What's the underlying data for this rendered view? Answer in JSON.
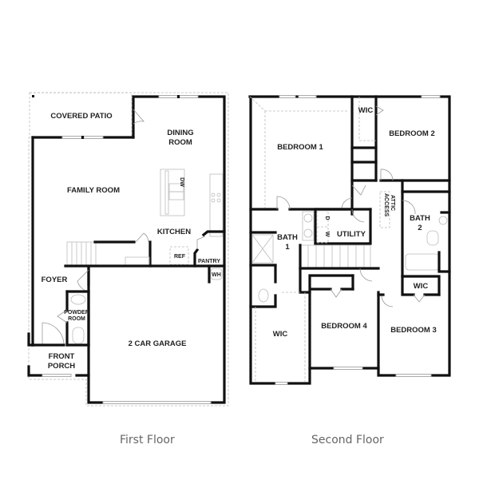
{
  "first_floor": {
    "caption": "First Floor",
    "rooms": {
      "covered_patio": "COVERED PATIO",
      "dining_room_1": "DINING",
      "dining_room_2": "ROOM",
      "family_room": "FAMILY ROOM",
      "kitchen": "KITCHEN",
      "dw": "DW",
      "ref": "REF",
      "pantry": "PANTRY",
      "wh": "WH",
      "foyer": "FOYER",
      "powder_room_1": "POWDER",
      "powder_room_2": "ROOM",
      "front_porch_1": "FRONT",
      "front_porch_2": "PORCH",
      "garage": "2 CAR GARAGE"
    }
  },
  "second_floor": {
    "caption": "Second Floor",
    "rooms": {
      "bedroom_1": "BEDROOM 1",
      "wic_top": "WIC",
      "bedroom_2": "BEDROOM 2",
      "attic_1": "ATTIC",
      "attic_2": "ACCESS",
      "bath_1a": "BATH",
      "bath_1b": "1",
      "d": "D",
      "w": "W",
      "utility": "UTILITY",
      "bath_2a": "BATH",
      "bath_2b": "2",
      "wic_right": "WIC",
      "wic_left": "WIC",
      "bedroom_4": "BEDROOM 4",
      "bedroom_3": "BEDROOM 3"
    }
  }
}
